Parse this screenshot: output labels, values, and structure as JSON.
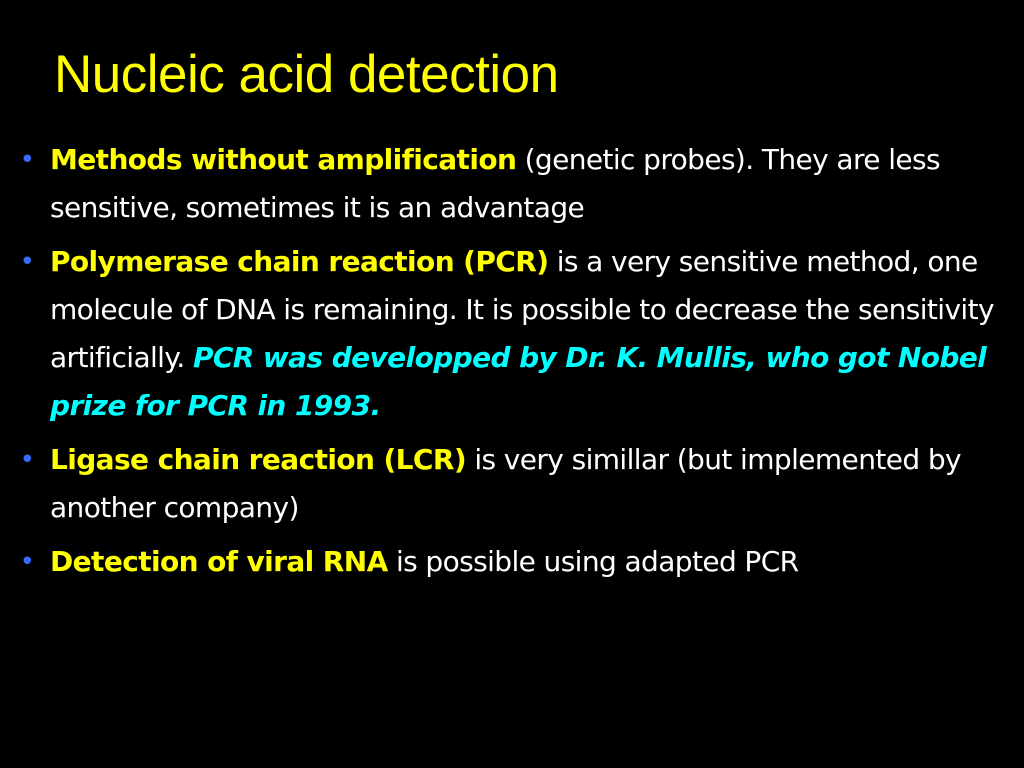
{
  "slide": {
    "title": "Nucleic acid detection",
    "colors": {
      "background": "#000000",
      "title": "#ffff00",
      "highlight": "#ffff00",
      "body": "#ffffff",
      "note": "#00ffff",
      "bullet": "#3a6bff"
    },
    "bullet_glyph": "•",
    "bullets": [
      {
        "highlight": "Methods without amplification",
        "text": " (genetic probes). They are less sensitive, sometimes it is an advantage"
      },
      {
        "highlight": "Polymerase chain reaction (PCR)",
        "text": " is a very sensitive method, one molecule of DNA is remaining. It is possible to decrease the sensitivity artificially. ",
        "note": "PCR was developped by Dr. K. Mullis, who got Nobel prize for PCR in 1993."
      },
      {
        "highlight": "Ligase chain reaction (LCR)",
        "text": " is very simillar (but implemented by another company)"
      },
      {
        "highlight": "Detection of viral RNA",
        "text": " is possible using adapted PCR"
      }
    ]
  }
}
